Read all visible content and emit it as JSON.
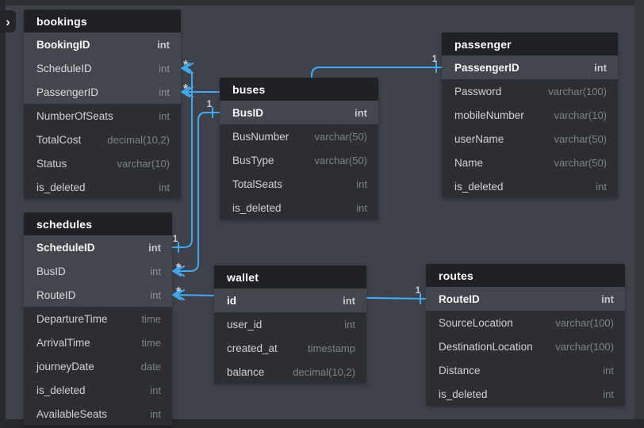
{
  "toggle": {
    "icon": "›"
  },
  "colors": {
    "relationship_line": "#42aaf1",
    "row_highlight": "#43464d",
    "row_normal": "#2c2e33",
    "table_header": "#1f2124",
    "canvas_background": "#3f424a"
  },
  "tables": [
    {
      "name": "bookings",
      "fields": [
        {
          "label": "BookingID",
          "type": "int",
          "pk": true,
          "highlighted": true
        },
        {
          "label": "ScheduleID",
          "type": "int",
          "pk": false,
          "highlighted": true
        },
        {
          "label": "PassengerID",
          "type": "int",
          "pk": false,
          "highlighted": true
        },
        {
          "label": "NumberOfSeats",
          "type": "int",
          "pk": false,
          "highlighted": false
        },
        {
          "label": "TotalCost",
          "type": "decimal(10,2)",
          "pk": false,
          "highlighted": false
        },
        {
          "label": "Status",
          "type": "varchar(10)",
          "pk": false,
          "highlighted": false
        },
        {
          "label": "is_deleted",
          "type": "int",
          "pk": false,
          "highlighted": false
        }
      ]
    },
    {
      "name": "buses",
      "fields": [
        {
          "label": "BusID",
          "type": "int",
          "pk": true,
          "highlighted": true
        },
        {
          "label": "BusNumber",
          "type": "varchar(50)",
          "pk": false,
          "highlighted": false
        },
        {
          "label": "BusType",
          "type": "varchar(50)",
          "pk": false,
          "highlighted": false
        },
        {
          "label": "TotalSeats",
          "type": "int",
          "pk": false,
          "highlighted": false
        },
        {
          "label": "is_deleted",
          "type": "int",
          "pk": false,
          "highlighted": false
        }
      ]
    },
    {
      "name": "passenger",
      "fields": [
        {
          "label": "PassengerID",
          "type": "int",
          "pk": true,
          "highlighted": true
        },
        {
          "label": "Password",
          "type": "varchar(100)",
          "pk": false,
          "highlighted": false
        },
        {
          "label": "mobileNumber",
          "type": "varchar(10)",
          "pk": false,
          "highlighted": false
        },
        {
          "label": "userName",
          "type": "varchar(50)",
          "pk": false,
          "highlighted": false
        },
        {
          "label": "Name",
          "type": "varchar(50)",
          "pk": false,
          "highlighted": false
        },
        {
          "label": "is_deleted",
          "type": "int",
          "pk": false,
          "highlighted": false
        }
      ]
    },
    {
      "name": "schedules",
      "fields": [
        {
          "label": "ScheduleID",
          "type": "int",
          "pk": true,
          "highlighted": true
        },
        {
          "label": "BusID",
          "type": "int",
          "pk": false,
          "highlighted": true
        },
        {
          "label": "RouteID",
          "type": "int",
          "pk": false,
          "highlighted": true
        },
        {
          "label": "DepartureTime",
          "type": "time",
          "pk": false,
          "highlighted": false
        },
        {
          "label": "ArrivalTime",
          "type": "time",
          "pk": false,
          "highlighted": false
        },
        {
          "label": "journeyDate",
          "type": "date",
          "pk": false,
          "highlighted": false
        },
        {
          "label": "is_deleted",
          "type": "int",
          "pk": false,
          "highlighted": false
        },
        {
          "label": "AvailableSeats",
          "type": "int",
          "pk": false,
          "highlighted": false
        }
      ]
    },
    {
      "name": "wallet",
      "fields": [
        {
          "label": "id",
          "type": "int",
          "pk": true,
          "highlighted": true
        },
        {
          "label": "user_id",
          "type": "int",
          "pk": false,
          "highlighted": false
        },
        {
          "label": "created_at",
          "type": "timestamp",
          "pk": false,
          "highlighted": false
        },
        {
          "label": "balance",
          "type": "decimal(10,2)",
          "pk": false,
          "highlighted": false
        }
      ]
    },
    {
      "name": "routes",
      "fields": [
        {
          "label": "RouteID",
          "type": "int",
          "pk": true,
          "highlighted": true
        },
        {
          "label": "SourceLocation",
          "type": "varchar(100)",
          "pk": false,
          "highlighted": false
        },
        {
          "label": "DestinationLocation",
          "type": "varchar(100)",
          "pk": false,
          "highlighted": false
        },
        {
          "label": "Distance",
          "type": "int",
          "pk": false,
          "highlighted": false
        },
        {
          "label": "is_deleted",
          "type": "int",
          "pk": false,
          "highlighted": false
        }
      ]
    }
  ],
  "relationships": [
    {
      "from": {
        "table": "bookings",
        "field": "ScheduleID",
        "card": "*"
      },
      "to": {
        "table": "schedules",
        "field": "ScheduleID",
        "card": "1"
      }
    },
    {
      "from": {
        "table": "bookings",
        "field": "PassengerID",
        "card": "*"
      },
      "to": {
        "table": "passenger",
        "field": "PassengerID",
        "card": "1"
      }
    },
    {
      "from": {
        "table": "buses",
        "field": "BusID",
        "card": "1"
      },
      "to": {
        "table": "schedules",
        "field": "BusID",
        "card": "*"
      }
    },
    {
      "from": {
        "table": "schedules",
        "field": "RouteID",
        "card": "*"
      },
      "to": {
        "table": "routes",
        "field": "RouteID",
        "card": "1"
      }
    }
  ]
}
